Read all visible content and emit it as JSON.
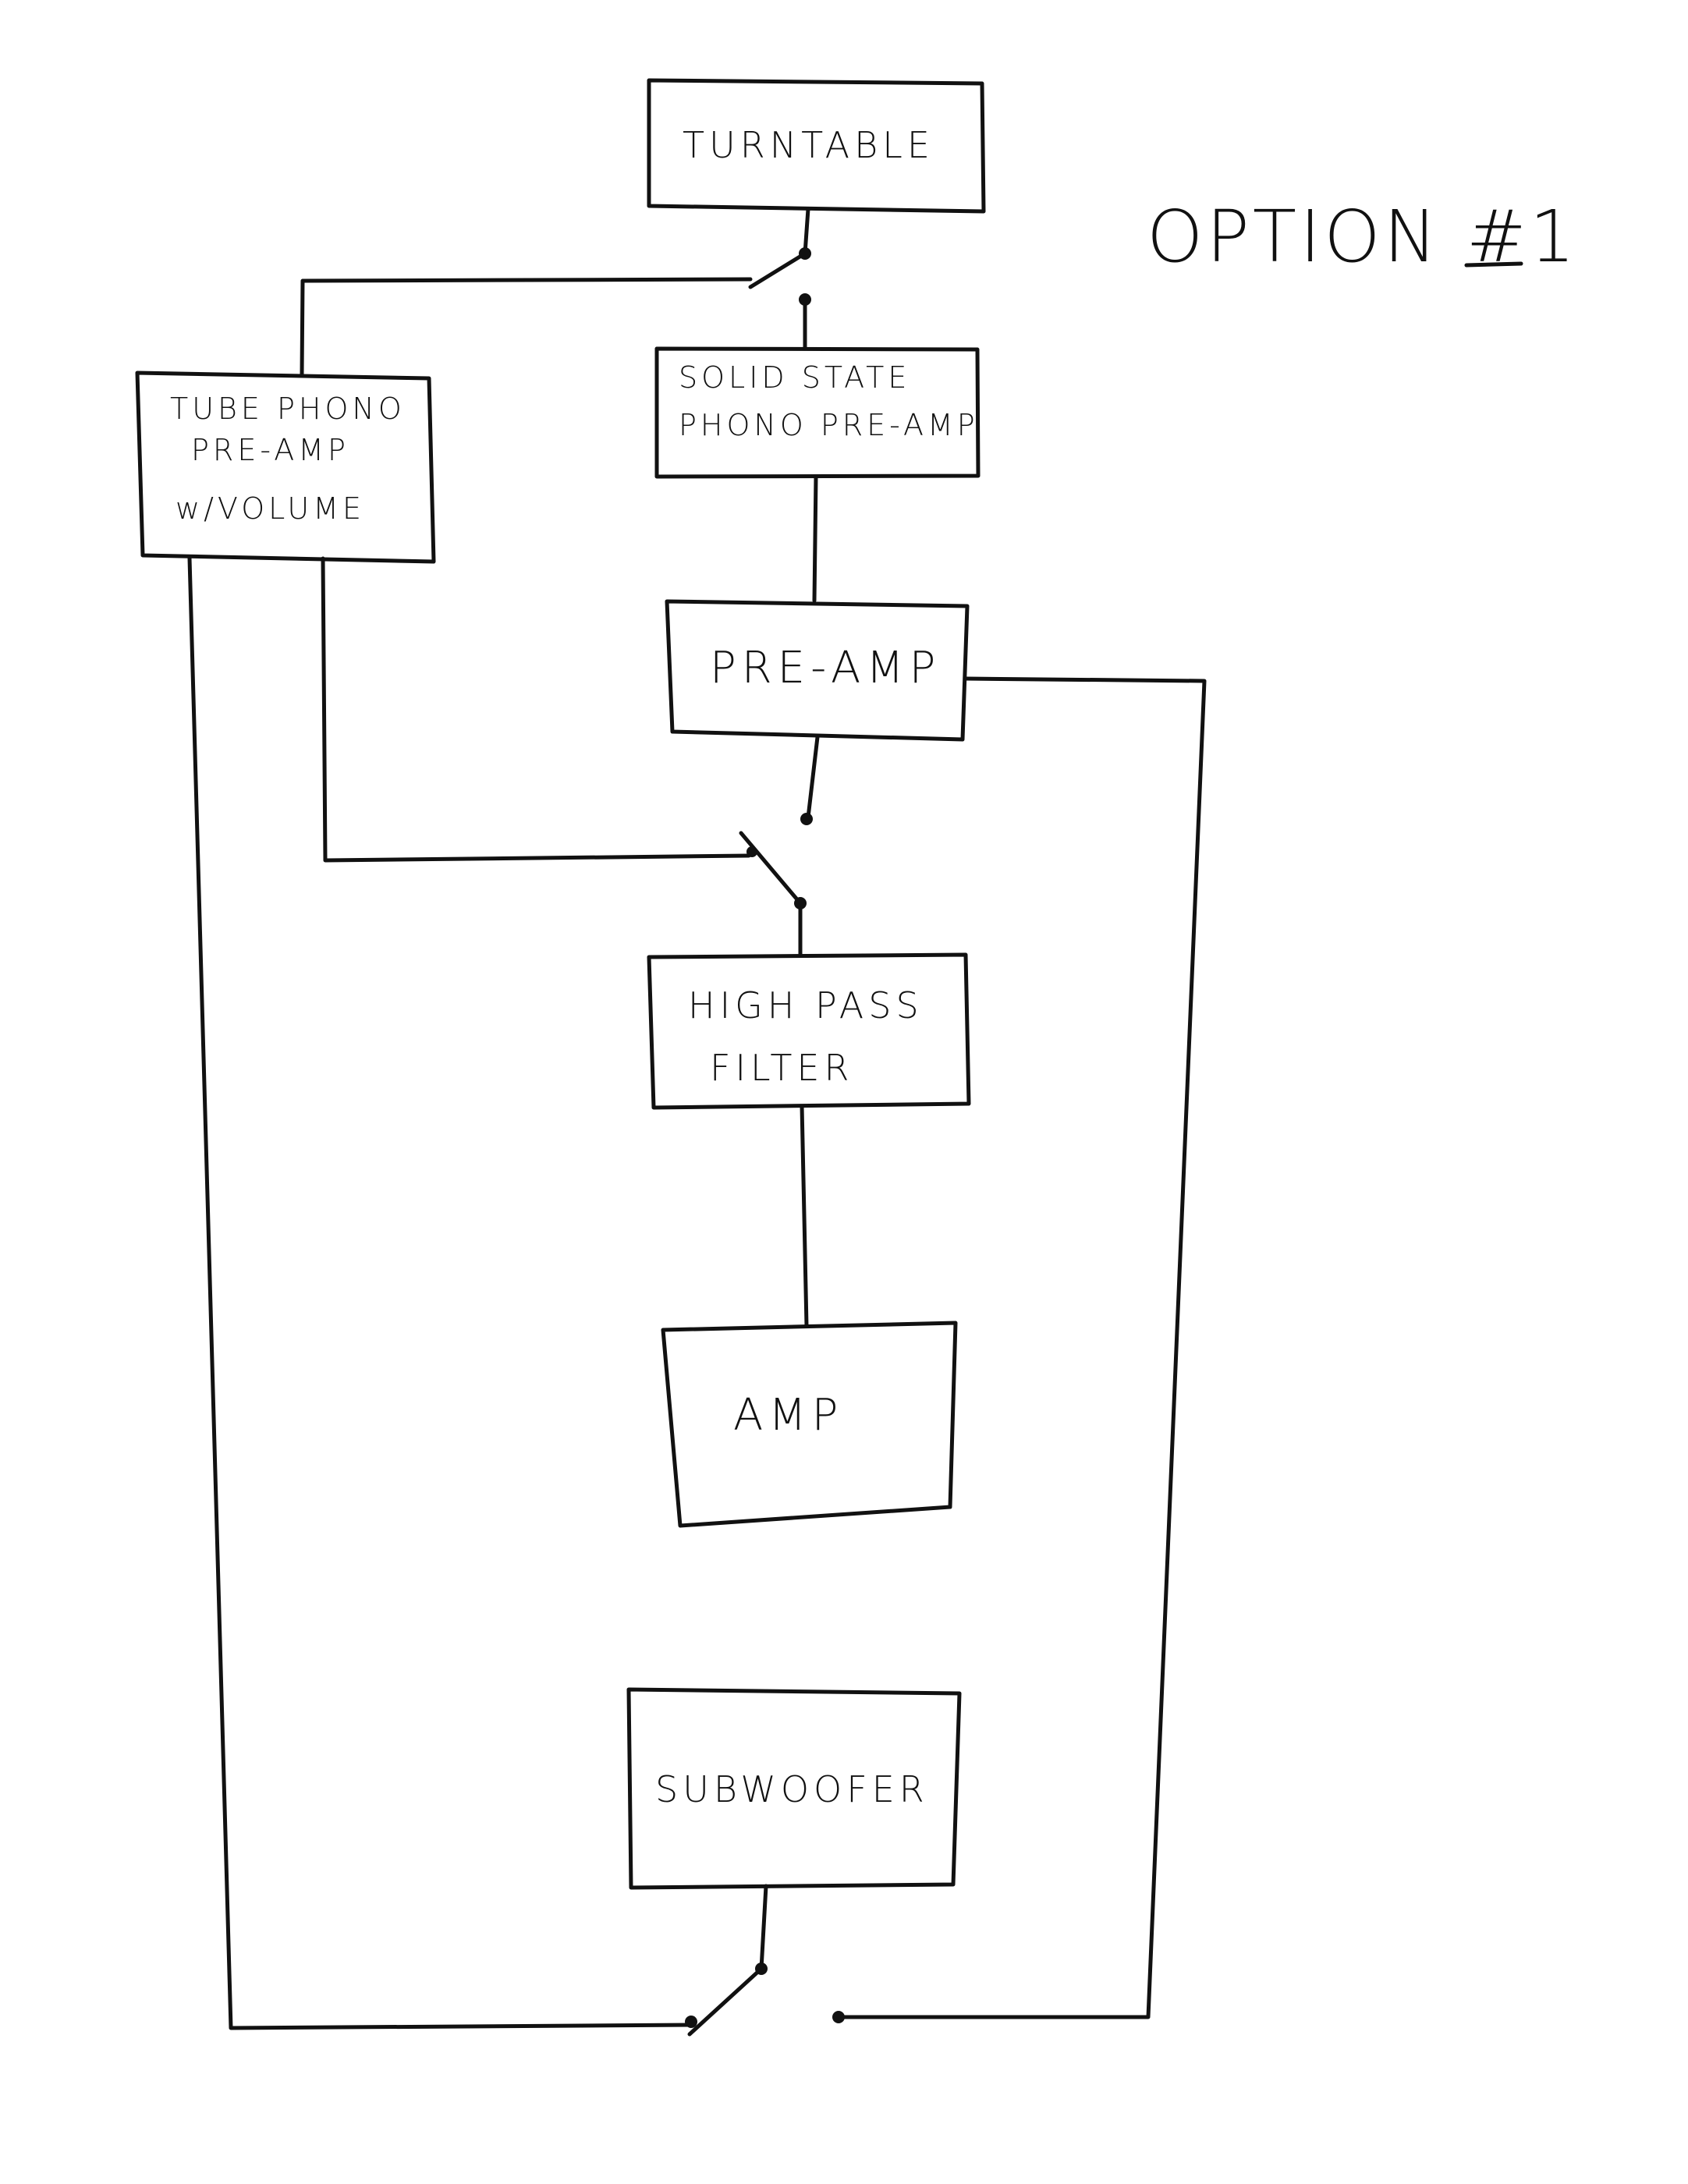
{
  "title": "OPTION #1",
  "nodes": {
    "turntable": {
      "lines": [
        "TURNTABLE"
      ]
    },
    "solid_state_phono_preamp": {
      "lines": [
        "SOLID STATE",
        "PHONO PRE-AMP"
      ]
    },
    "tube_phono_preamp": {
      "lines": [
        "TUBE PHONO",
        "PRE-AMP",
        "w/VOLUME"
      ]
    },
    "preamp": {
      "lines": [
        "PRE-AMP"
      ]
    },
    "high_pass_filter": {
      "lines": [
        "HIGH PASS",
        "FILTER"
      ]
    },
    "amp": {
      "lines": [
        "AMP"
      ]
    },
    "subwoofer": {
      "lines": [
        "SUBWOOFER"
      ]
    }
  },
  "colors": {
    "ink": "#111111",
    "paper": "#ffffff"
  }
}
